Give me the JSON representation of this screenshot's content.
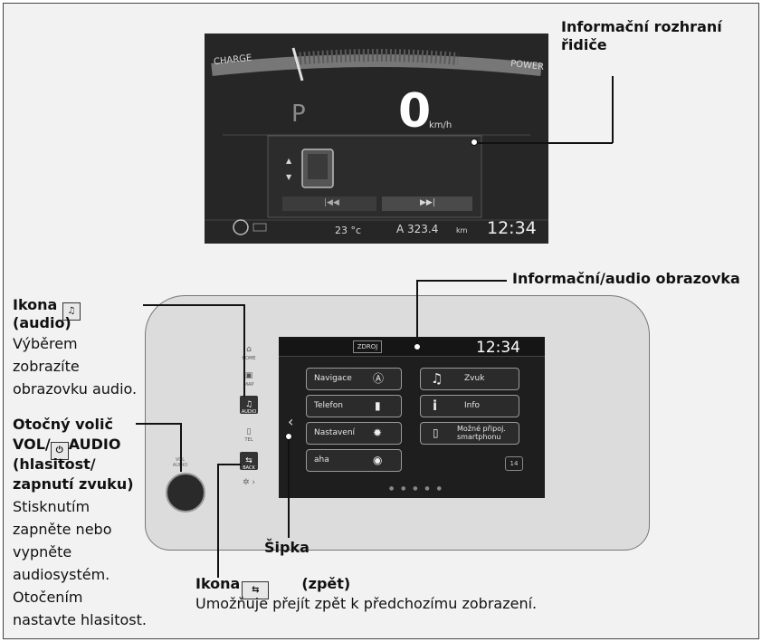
{
  "cluster": {
    "charge_label": "CHARGE",
    "power_label": "POWER",
    "gear": "P",
    "speed": "0",
    "speed_unit": "km/h",
    "temperature": "23 °c",
    "odometer": "A 323.4",
    "odometer_unit": "km",
    "clock": "12:34"
  },
  "callouts": {
    "driver_interface": [
      "Informační rozhraní",
      "řidiče"
    ],
    "audio_screen": "Informační/audio obrazovka",
    "audio_icon_title_pre": "Ikona",
    "audio_icon_title_post": "(audio)",
    "audio_icon_desc": [
      "Výběrem",
      "zobrazíte",
      "obrazovku audio."
    ],
    "vol_title_1": "Otočný volič",
    "vol_title_2_pre": "VOL/",
    "vol_title_2_post": "AUDIO",
    "vol_title_3": "(hlasitost/",
    "vol_title_4": "zapnutí zvuku)",
    "vol_desc": [
      "Stisknutím",
      "zapněte nebo",
      "vypněte",
      "audiosystém.",
      "Otočením",
      "nastavte hlasitost."
    ],
    "arrow": "Šipka",
    "back_title_pre": "Ikona",
    "back_title_post": "(zpět)",
    "back_desc": "Umožňuje přejít zpět k předchozímu zobrazení."
  },
  "unit": {
    "knob_label": "VOL\nAUDIO",
    "side_home": "HOME",
    "side_map": "MAP",
    "side_audio": "AUDIO",
    "side_tel": "TEL",
    "side_back": "BACK"
  },
  "screen": {
    "source": "ZDROJ",
    "clock": "12:34",
    "buttons": [
      "Navigace",
      "Telefon",
      "Nastavení",
      "aha",
      "Zvuk",
      "Info",
      "Možné připoj. smartphonu"
    ]
  },
  "colors": {
    "frame_bg": "#f2f2f2",
    "cluster_bg": "#262626",
    "screen_bg": "#1e1e1e"
  }
}
